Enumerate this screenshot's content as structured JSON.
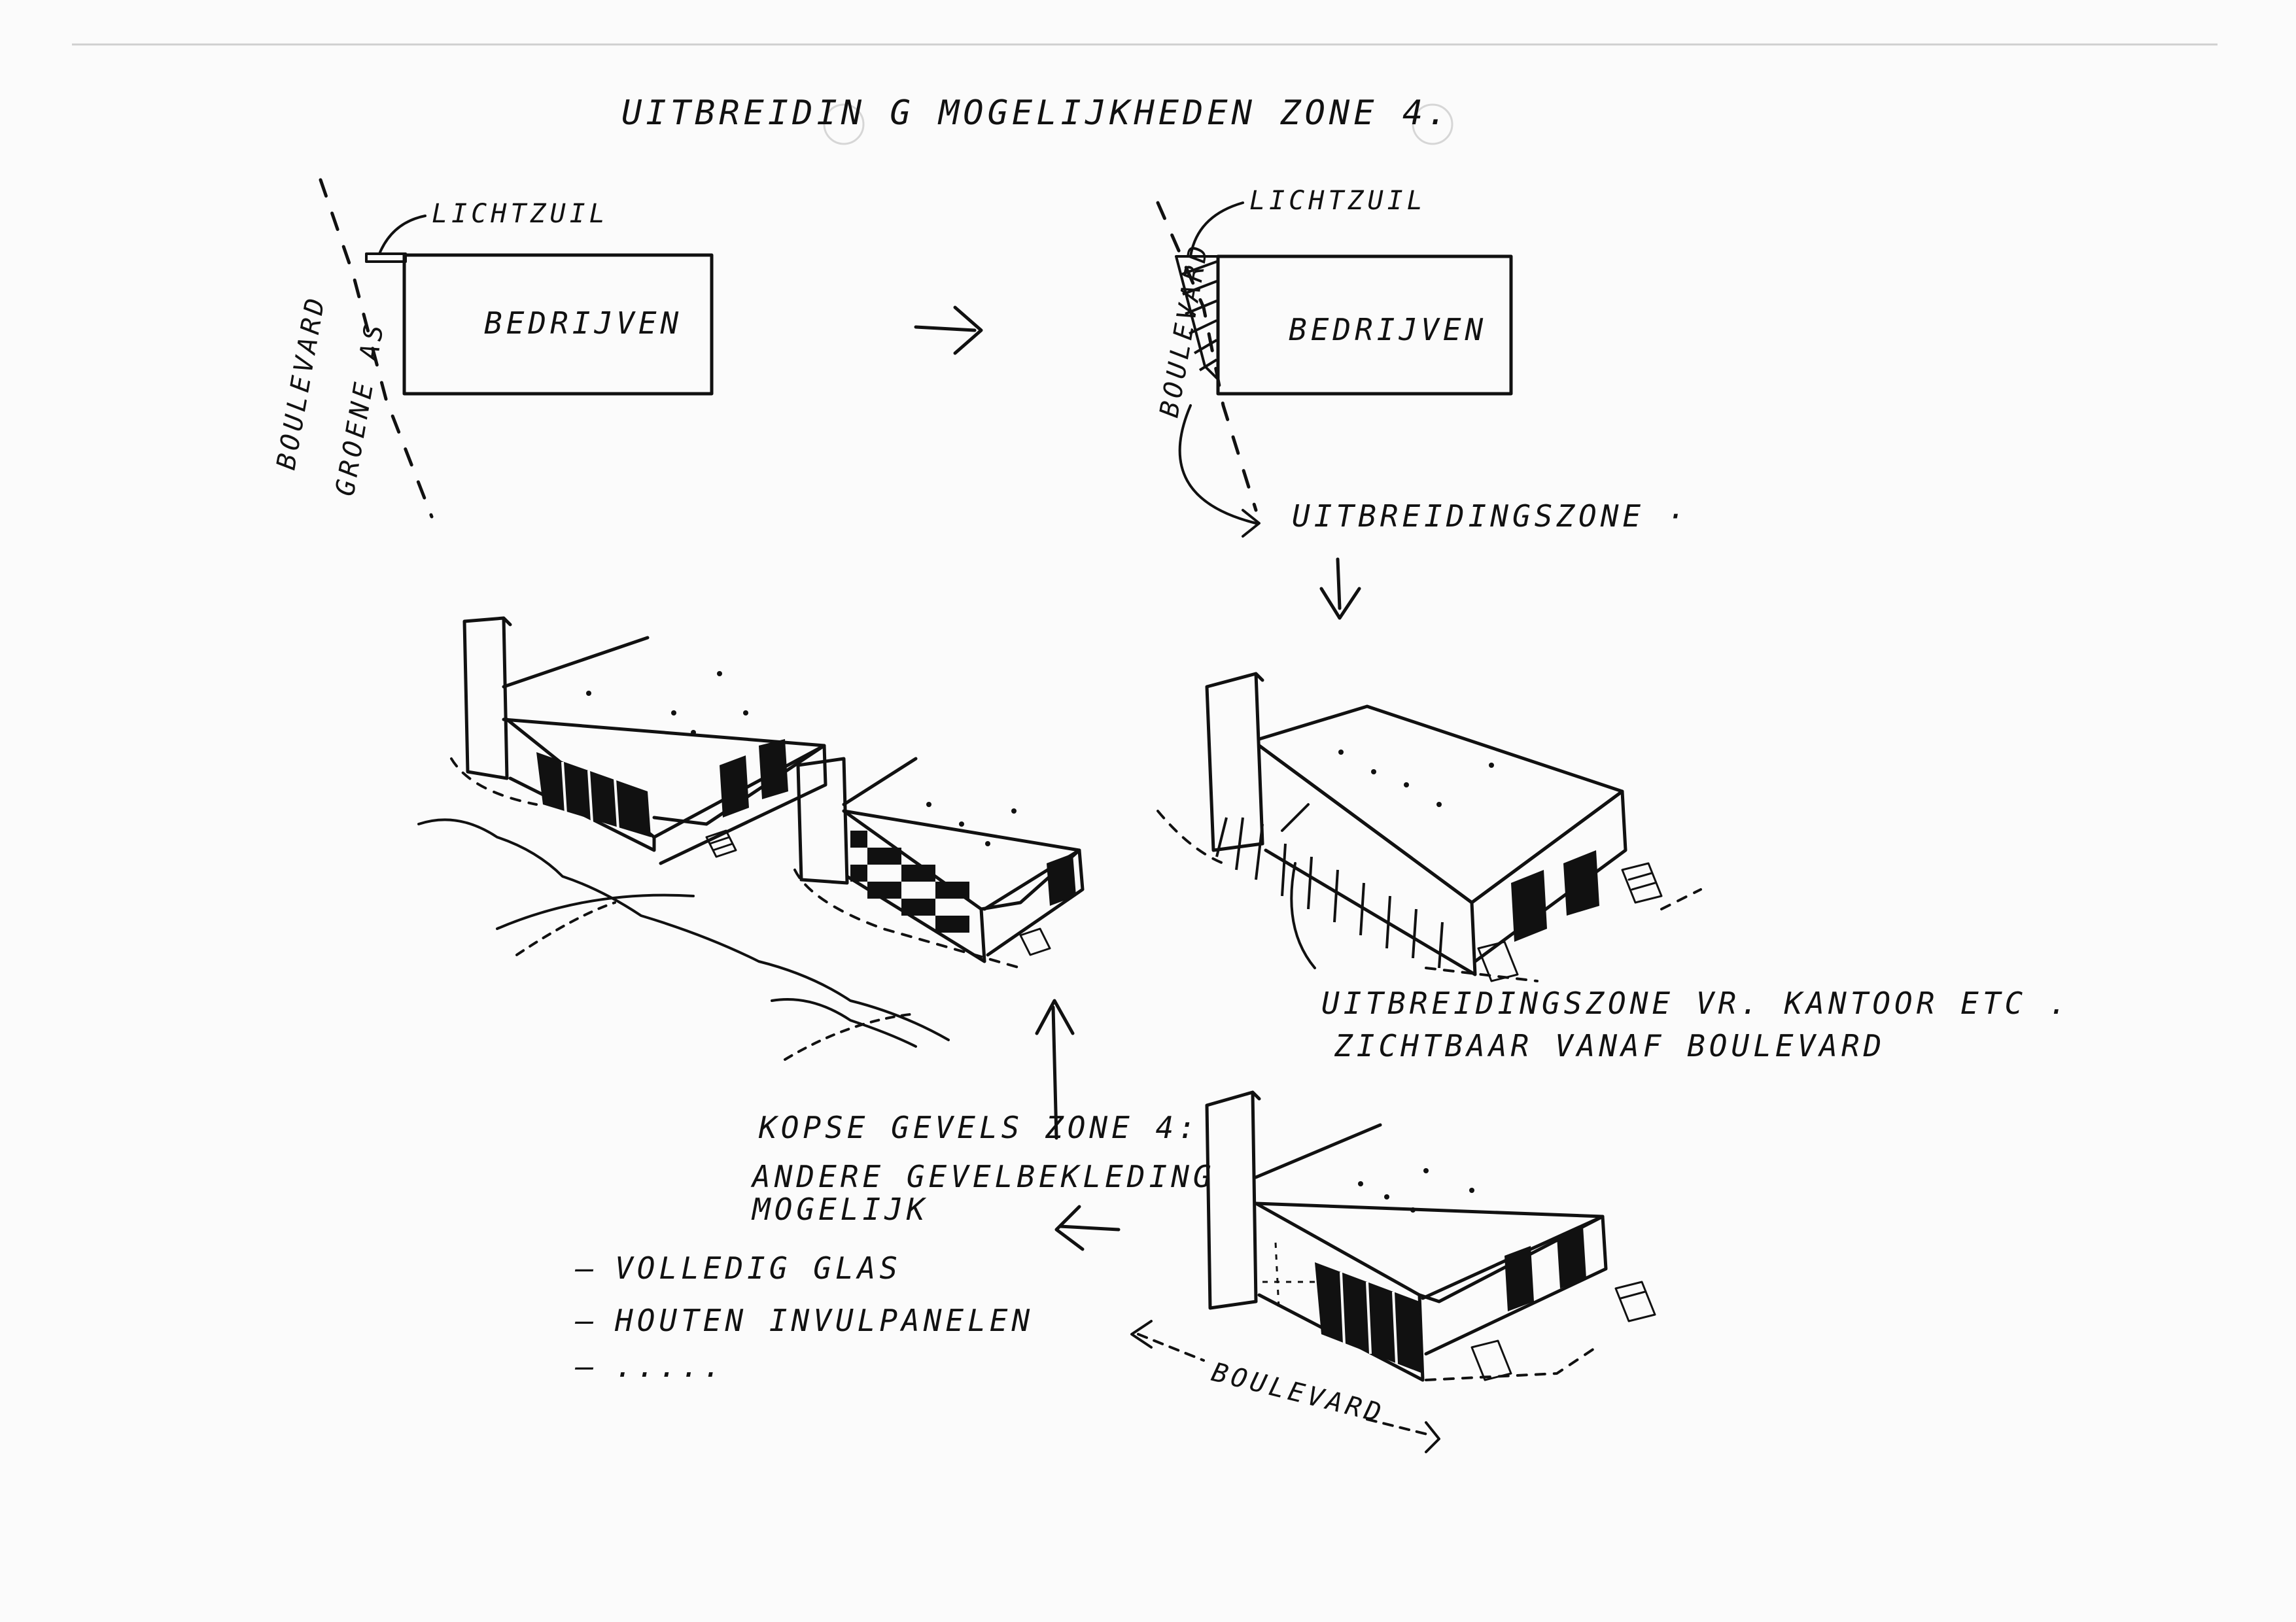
{
  "sheet": {
    "title": "UITBREIDIN G MOGELIJKHEDEN ZONE 4."
  },
  "sketch_left": {
    "lichtzuil": "LICHTZUIL",
    "block": "BEDRIJVEN",
    "road_1": "BOULEVARD",
    "road_2": "GROENE AS"
  },
  "sketch_right": {
    "lichtzuil": "LICHTZUIL",
    "block": "BEDRIJVEN",
    "road": "BOULEVARD",
    "zone": "UITBREIDINGSZONE ·"
  },
  "annotation_extension": {
    "line1": "UITBREIDINGSZONE VR. KANTOOR ETC .",
    "line2": "ZICHTBAAR VANAF BOULEVARD"
  },
  "annotation_facades": {
    "line1": "KOPSE GEVELS ZONE 4:",
    "line2": "ANDERE GEVELBEKLEDING",
    "line3": "MOGELIJK"
  },
  "options": [
    {
      "bullet": "–",
      "text": "VOLLEDIG GLAS"
    },
    {
      "bullet": "–",
      "text": "HOUTEN INVULPANELEN"
    },
    {
      "bullet": "–",
      "text": "....."
    }
  ],
  "bottom_label": "BOULEVARD",
  "icons": {
    "arrow_right": "arrow-right-icon",
    "arrow_down": "arrow-down-icon",
    "arrow_up": "arrow-up-icon",
    "arrow_left": "arrow-left-icon"
  }
}
